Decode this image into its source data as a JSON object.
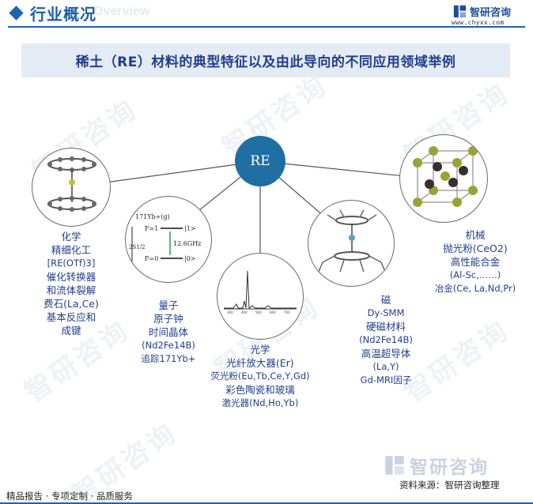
{
  "header": {
    "title": "行业概况",
    "ghost": "Overview",
    "logo_name": "智研咨询",
    "logo_url": "www.chyxx.com"
  },
  "banner": {
    "title": "稀土（RE）材料的典型特征以及由此导向的不同应用领域举例"
  },
  "watermark": {
    "text": "智研咨询"
  },
  "hub": {
    "label": "RE"
  },
  "fields": {
    "chemistry": {
      "lines": [
        "化学",
        "精细化工",
        "[RE(OTf)3]",
        "催化转换器",
        "和流体裂解",
        "费石(La,Ce)",
        "基本反应和",
        "成键"
      ]
    },
    "quantum": {
      "lines": [
        "量子",
        "原子钟",
        "时间晶体",
        "(Nd2Fe14B)",
        "追踪171Yb+"
      ],
      "inset": {
        "top": "171Yb+(g)",
        "state_f1": "F=1",
        "state_f0": "F=0",
        "freq": "12.6GHz",
        "ket1": "|1>",
        "ket0": "|0>",
        "term": "2S1/2"
      }
    },
    "optics": {
      "lines": [
        "光学",
        "光纤放大器(Er)",
        "荧光粉(Eu,Tb,Ce,Y,Gd)",
        "彩色陶瓷和玻璃",
        "激光器(Nd,Ho,Yb)"
      ]
    },
    "magnetism": {
      "lines": [
        "磁",
        "Dy-SMM",
        "硬磁材料",
        "(Nd2Fe14B)",
        "高温超导体",
        "(La,Y)",
        "Gd-MRI因子"
      ]
    },
    "machinery": {
      "lines": [
        "机械",
        "抛光粉(CeO2)",
        "高性能合金",
        "(Al-Sc,……)",
        "冶金(Ce, La,Nd,Pr)"
      ]
    }
  },
  "footer": {
    "logo_name": "智研咨询",
    "source": "资料来源：智研咨询整理",
    "slogan": "精品报告 · 专项定制 · 品质服务"
  },
  "colors": {
    "brand_blue": "#1e63b0",
    "hub": "#1f6fa3",
    "banner_bg": "#e4ebf5",
    "text": "#223f8c"
  }
}
